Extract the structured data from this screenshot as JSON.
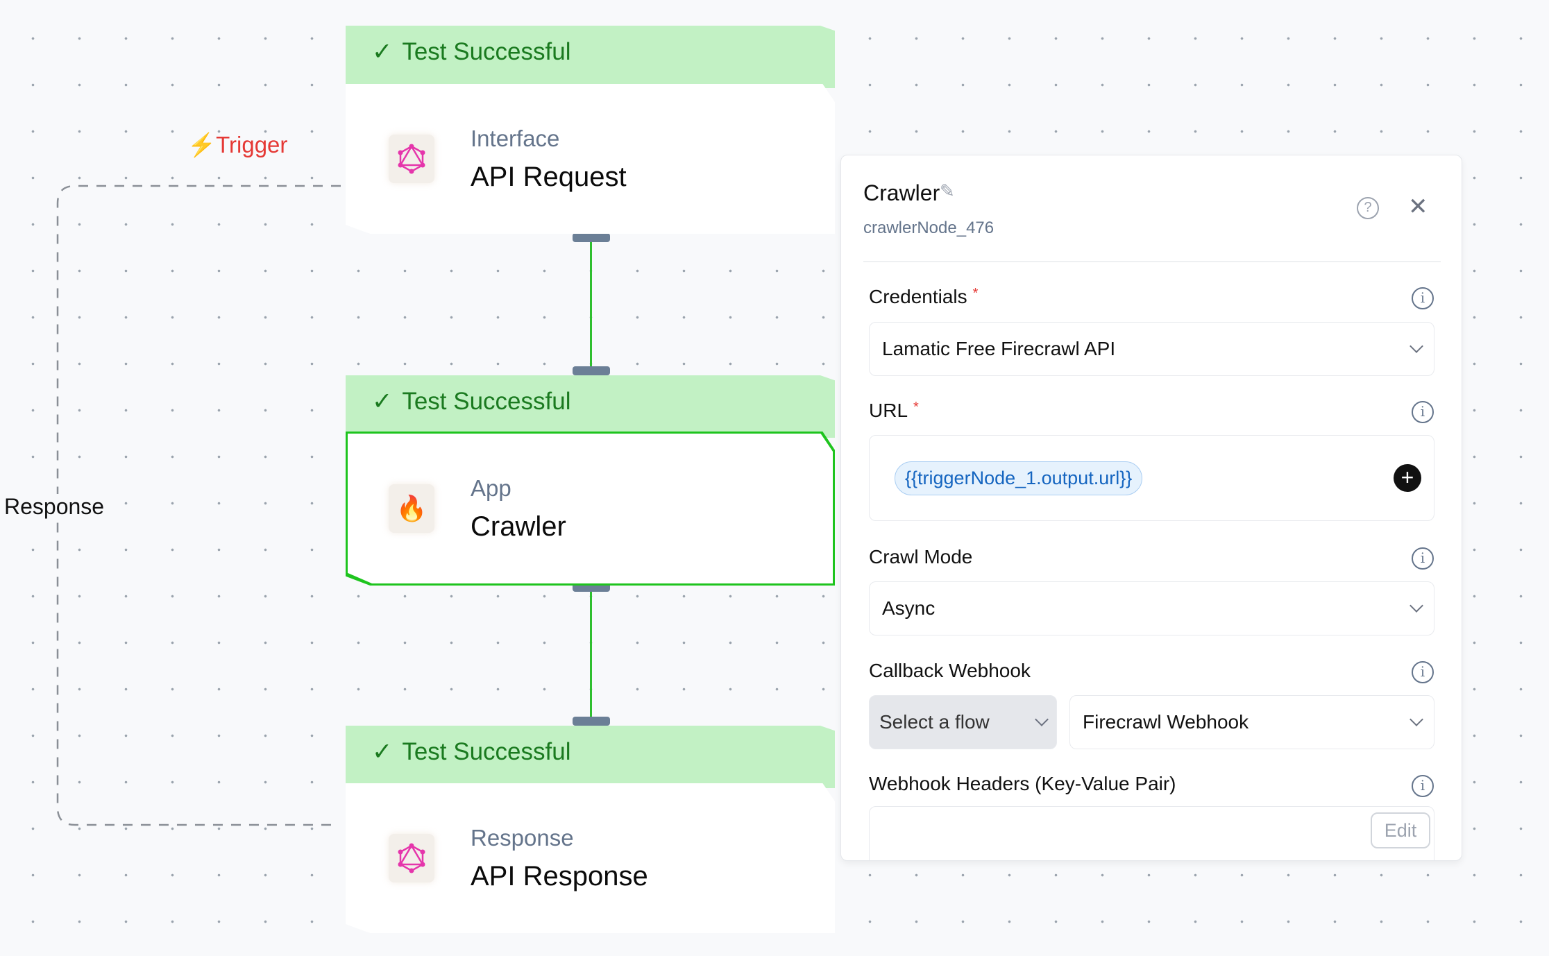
{
  "canvas": {
    "trigger_label": "Trigger",
    "response_edge_label": "Response",
    "nodes": [
      {
        "status": "Test Successful",
        "type": "Interface",
        "title": "API Request",
        "icon": "graphql-icon"
      },
      {
        "status": "Test Successful",
        "type": "App",
        "title": "Crawler",
        "icon": "fire-icon",
        "selected": true
      },
      {
        "status": "Test Successful",
        "type": "Response",
        "title": "API Response",
        "icon": "graphql-icon"
      }
    ],
    "colors": {
      "success_bg": "#c2f1c4",
      "success_text": "#1a7a1f",
      "edge": "#2fbf2f",
      "trigger": "#e53935"
    }
  },
  "panel": {
    "title": "Crawler",
    "node_id": "crawlerNode_476",
    "credentials": {
      "label": "Credentials",
      "value": "Lamatic Free Firecrawl API"
    },
    "url": {
      "label": "URL",
      "value": "{{triggerNode_1.output.url}}"
    },
    "crawl_mode": {
      "label": "Crawl Mode",
      "value": "Async"
    },
    "callback": {
      "label": "Callback Webhook",
      "flow_placeholder": "Select a flow",
      "webhook": "Firecrawl Webhook"
    },
    "headers": {
      "label": "Webhook Headers (Key-Value Pair)",
      "edit": "Edit"
    },
    "required_mark": "*"
  }
}
